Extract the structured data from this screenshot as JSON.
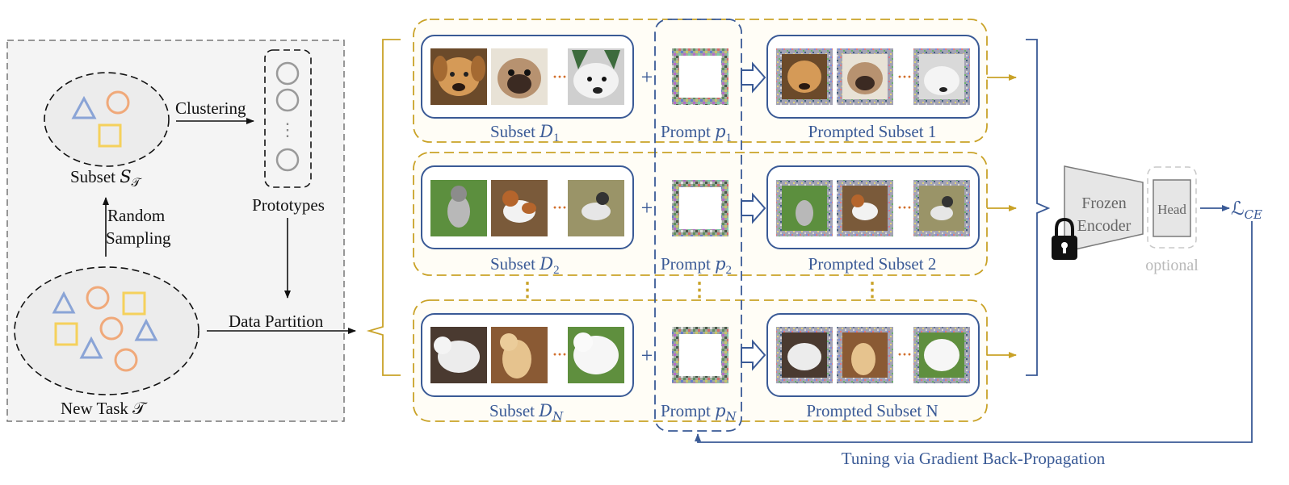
{
  "left_panel": {
    "clustering_label": "Clustering",
    "subset_label": "Subset 𝑆",
    "subset_sub": "𝒯",
    "prototypes_label": "Prototypes",
    "random_label": "Random",
    "sampling_label": "Sampling",
    "data_partition_label": "Data Partition",
    "new_task_label": "New Task 𝒯",
    "prototype_dots": "⋮"
  },
  "rows": [
    {
      "subset_label": "Subset 𝐷",
      "subset_sub": "1",
      "prompt_label": "Prompt 𝑝",
      "prompt_sub": "1",
      "prompted_label": "Prompted Subset 1"
    },
    {
      "subset_label": "Subset 𝐷",
      "subset_sub": "2",
      "prompt_label": "Prompt 𝑝",
      "prompt_sub": "2",
      "prompted_label": "Prompted Subset 2"
    },
    {
      "subset_label": "Subset 𝐷",
      "subset_sub": "𝑁",
      "prompt_label": "Prompt 𝑝",
      "prompt_sub": "𝑁",
      "prompted_label": "Prompted Subset N"
    }
  ],
  "plus_symbol": "+",
  "ellipsis_symbol": "···",
  "vertical_dots": "⋮",
  "encoder": {
    "line1": "Frozen",
    "line2": "Encoder",
    "head_label": "Head",
    "optional_label": "optional",
    "loss_label": "ℒ",
    "loss_sub": "𝐶𝐸",
    "lock_icon": "padlock-icon"
  },
  "tuning_label": "Tuning via Gradient Back-Propagation",
  "colors": {
    "gold": "#c9a227",
    "blue": "#3a5a96",
    "shape_blue": "#8aa4d6",
    "shape_orange": "#f0a97a",
    "shape_yellow": "#f5d15c",
    "panel_bg": "#f4f4f4"
  }
}
